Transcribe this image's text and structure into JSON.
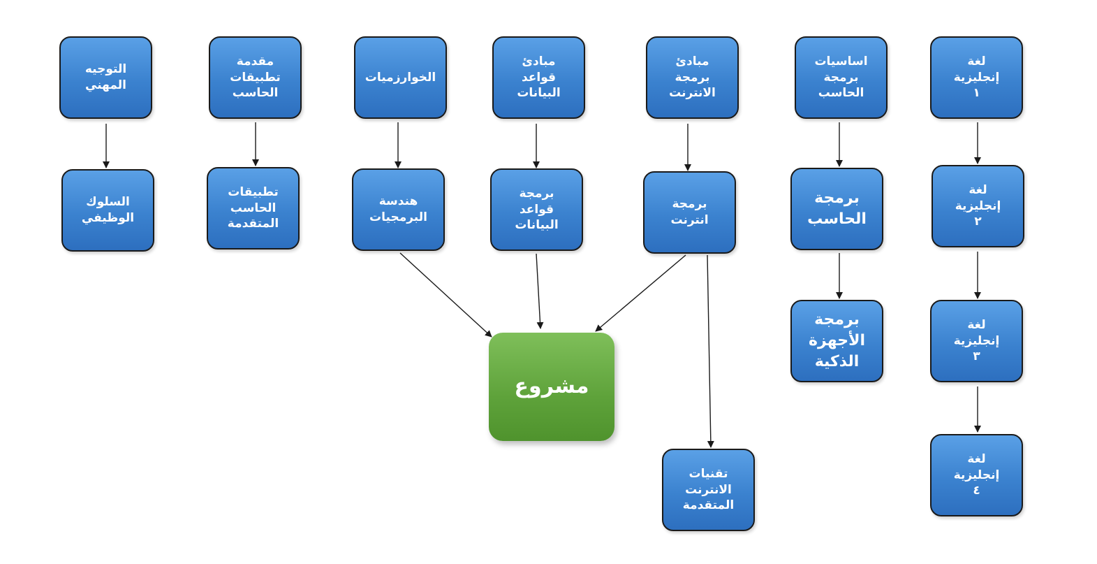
{
  "nodes": {
    "career_guidance": "التوجيه\nالمهني",
    "job_behavior": "السلوك\nالوظيفي",
    "intro_apps": "مقدمة\nتطبيقات\nالحاسب",
    "advanced_apps": "تطبيقات\nالحاسب\nالمتقدمة",
    "algorithms": "الخوارزميات",
    "software_eng": "هندسة\nالبرمجيات",
    "db_principles": "مبادئ\nقواعد\nالبيانات",
    "db_programming": "برمجة\nقواعد\nالبيانات",
    "web_principles": "مبادئ\nبرمجة\nالانترنت",
    "web_programming": "برمجة\nانترنت",
    "advanced_web": "تقنيات\nالانترنت\nالمتقدمة",
    "prog_basics": "اساسيات\nبرمجة\nالحاسب",
    "computer_prog": "برمجة\nالحاسب",
    "smart_devices": "برمجة\nالأجهزة\nالذكية",
    "english1": "لغة\nإنجليزية\n١",
    "english2": "لغة\nإنجليزية\n٢",
    "english3": "لغة\nإنجليزية\n٣",
    "english4": "لغة\nإنجليزية\n٤",
    "project": "مشروع"
  },
  "edges": [
    [
      "career_guidance",
      "job_behavior"
    ],
    [
      "intro_apps",
      "advanced_apps"
    ],
    [
      "algorithms",
      "software_eng"
    ],
    [
      "db_principles",
      "db_programming"
    ],
    [
      "web_principles",
      "web_programming"
    ],
    [
      "prog_basics",
      "computer_prog"
    ],
    [
      "computer_prog",
      "smart_devices"
    ],
    [
      "english1",
      "english2"
    ],
    [
      "english2",
      "english3"
    ],
    [
      "english3",
      "english4"
    ],
    [
      "software_eng",
      "project"
    ],
    [
      "db_programming",
      "project"
    ],
    [
      "web_programming",
      "project"
    ],
    [
      "web_programming",
      "advanced_web"
    ]
  ],
  "colors": {
    "node_fill": "#3b82cf",
    "project_fill": "#5ea23a",
    "edge": "#1a1a1a"
  }
}
